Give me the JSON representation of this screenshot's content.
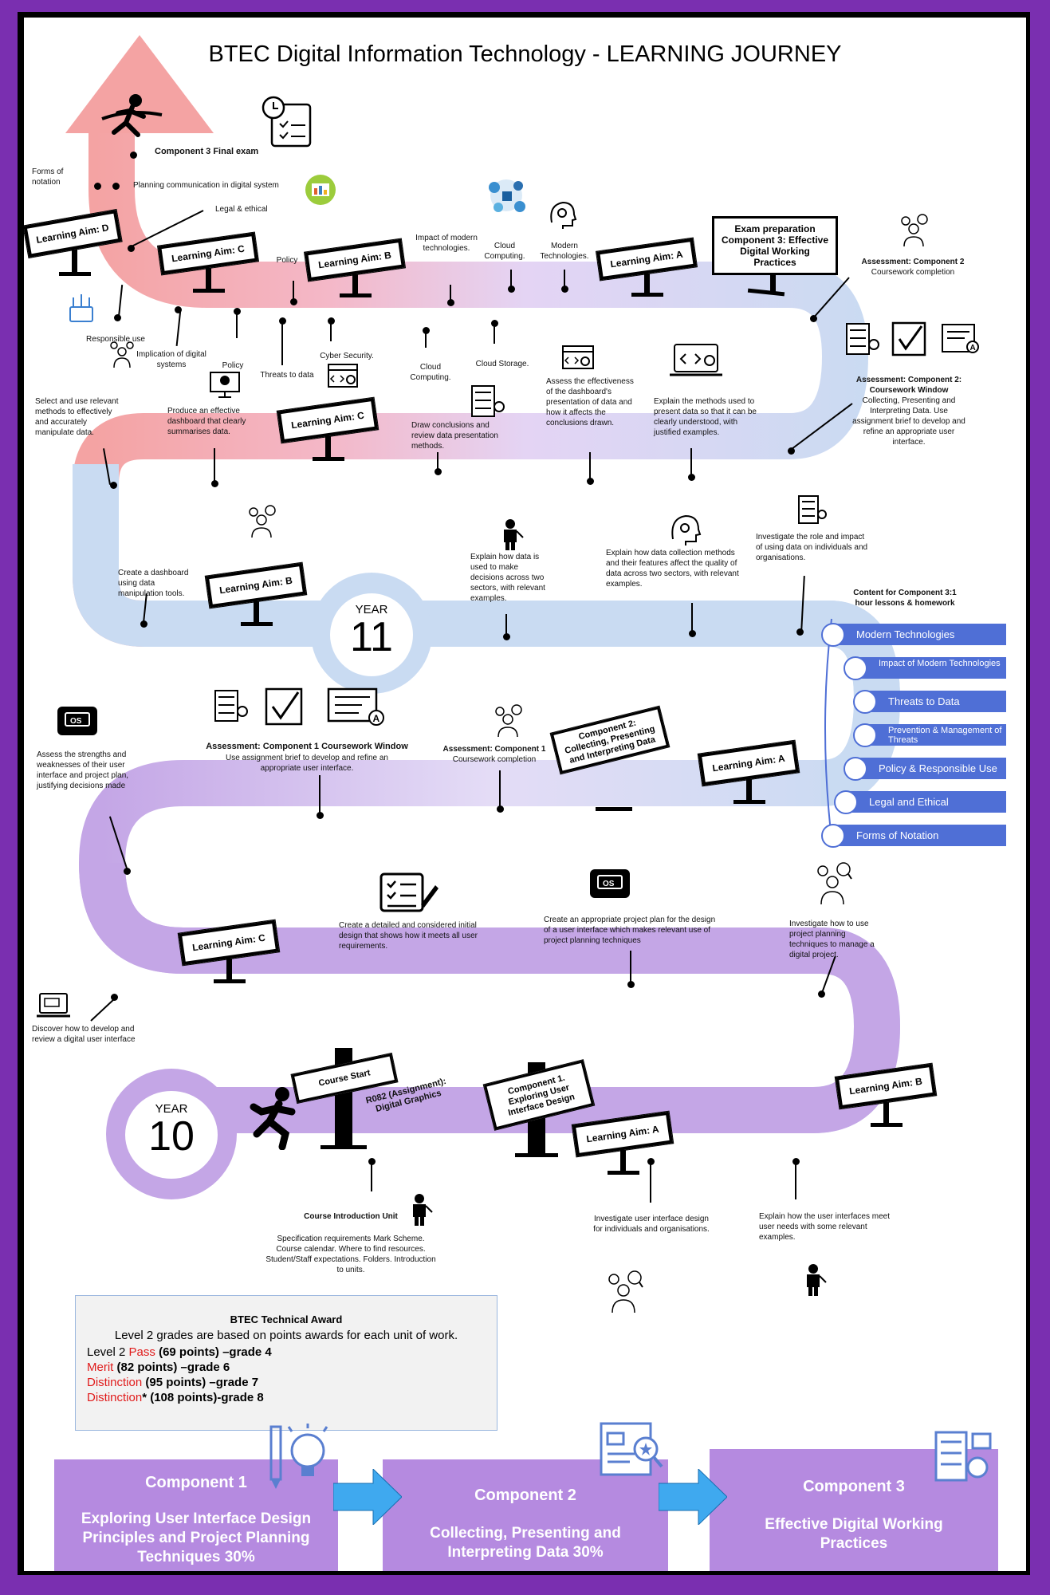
{
  "title": "BTEC Digital Information Technology - LEARNING JOURNEY",
  "years": {
    "y11_label": "YEAR",
    "y11_num": "11",
    "y10_label": "YEAR",
    "y10_num": "10"
  },
  "signs": {
    "la_d": "Learning Aim: D",
    "la_c_top": "Learning Aim: C",
    "la_b_top": "Learning Aim: B",
    "la_a_top": "Learning Aim: A",
    "exam_prep": "Exam preparation Component 3: Effective Digital Working Practices",
    "la_c_row2": "Learning Aim: C",
    "la_b_row3": "Learning Aim: B",
    "comp2_sign": "Component 2: Collecting, Presenting and Interpreting Data",
    "la_a_row4": "Learning Aim: A",
    "la_c_row5": "Learning Aim: C",
    "course_start": "Course Start",
    "r082": "R082 (Assignment): Digital Graphics",
    "comp1_sign": "Component 1. Exploring User Interface Design",
    "la_a_row6": "Learning Aim: A",
    "la_b_row6": "Learning Aim: B"
  },
  "labels": {
    "comp3_final": "Component 3 Final exam",
    "forms_of_notation": "Forms of notation",
    "planning_comm": "Planning communication in digital system",
    "legal_ethical": "Legal & ethical",
    "policy_top": "Policy",
    "impact_modern": "Impact of modern technologies.",
    "cloud_computing_top": "Cloud Computing.",
    "modern_tech": "Modern Technologies.",
    "responsible_use": "Responsible use",
    "implication": "Implication of digital systems",
    "policy_low": "Policy",
    "threats": "Threats to data",
    "cyber": "Cyber Security.",
    "cloud_computing_low": "Cloud Computing.",
    "cloud_storage": "Cloud Storage.",
    "assess_c2_title": "Assessment: Component 2",
    "assess_c2_sub": "Coursework completion",
    "assess_c2_window_title": "Assessment: Component 2: Coursework Window",
    "assess_c2_window_body": "Collecting, Presenting and Interpreting Data. Use assignment brief to develop and refine an appropriate user interface.",
    "select_use": "Select and use relevant methods to effectively and accurately manipulate data.",
    "produce_dashboard": "Produce an effective dashboard that clearly summarises data.",
    "draw_conclusions": "Draw conclusions and review data presentation methods.",
    "assess_effectiveness": "Assess the effectiveness of the dashboard's presentation of data and how it affects the conclusions drawn.",
    "explain_methods": "Explain the methods used to present data so that it can be clearly understood, with justified examples.",
    "investigate_role": "Investigate the role and impact of using data on individuals and organisations.",
    "create_dashboard": "Create a dashboard using data manipulation tools.",
    "explain_how_data": "Explain how data is used to make decisions across two sectors, with relevant examples.",
    "explain_collection": "Explain how data collection methods and their features affect the quality of data across two sectors, with relevant examples.",
    "assess_strengths": "Assess the strengths and weaknesses of their user interface and project plan, justifying decisions made",
    "assess_c1_window_title": "Assessment: Component 1 Coursework Window",
    "assess_c1_window_body": "Use assignment brief to develop and refine an appropriate user interface.",
    "assess_c1_title": "Assessment: Component 1",
    "assess_c1_sub": "Coursework completion",
    "create_design": "Create a detailed and considered initial design that shows how it meets all user requirements.",
    "create_plan": "Create an appropriate project plan for the design of a user interface which makes relevant use of project planning techniques",
    "investigate_planning": "Investigate how to use project planning techniques to manage a digital project.",
    "discover": "Discover how to develop and review a digital user interface",
    "course_intro_title": "Course Introduction Unit",
    "course_intro_body": "Specification requirements Mark Scheme. Course calendar. Where to find resources. Student/Staff expectations. Folders. Introduction to units.",
    "investigate_ui": "Investigate user interface design for individuals and organisations.",
    "explain_ui": "Explain how the user interfaces meet user needs with some relevant examples."
  },
  "c3_content": {
    "title": "Content for Component 3:1 hour lessons & homework",
    "items": [
      "Modern Technologies",
      "Impact of Modern Technologies",
      "Threats to Data",
      "Prevention & Management of Threats",
      "Policy & Responsible Use",
      "Legal and Ethical",
      "Forms of Notation"
    ]
  },
  "award": {
    "title": "BTEC Technical Award",
    "intro": "Level 2 grades are based on points awards for each unit of work.",
    "l1_a": "Level 2 ",
    "l1_b": "Pass",
    "l1_c": " (69 points) –grade 4",
    "l2_a": "Merit",
    "l2_b": " (82 points) –grade 6",
    "l3_a": "Distinction",
    "l3_b": " (95 points) –grade 7",
    "l4_a": "Distinction",
    "l4_b": "* (108 points)-grade 8"
  },
  "components": [
    {
      "head": "Component 1",
      "desc": "Exploring User Interface Design Principles and Project Planning Techniques 30%"
    },
    {
      "head": "Component 2",
      "desc": "Collecting, Presenting and Interpreting Data 30%"
    },
    {
      "head": "Component 3",
      "desc": "Effective Digital Working Practices"
    }
  ],
  "colors": {
    "frame": "#7a2fb0",
    "road_pink": "#f4a3a3",
    "road_blue": "#c9dbf2",
    "road_purple": "#c4a6e6",
    "content_bar": "#4f6fd6",
    "component_box": "#b58ae0",
    "arrow": "#3fa9ef"
  }
}
